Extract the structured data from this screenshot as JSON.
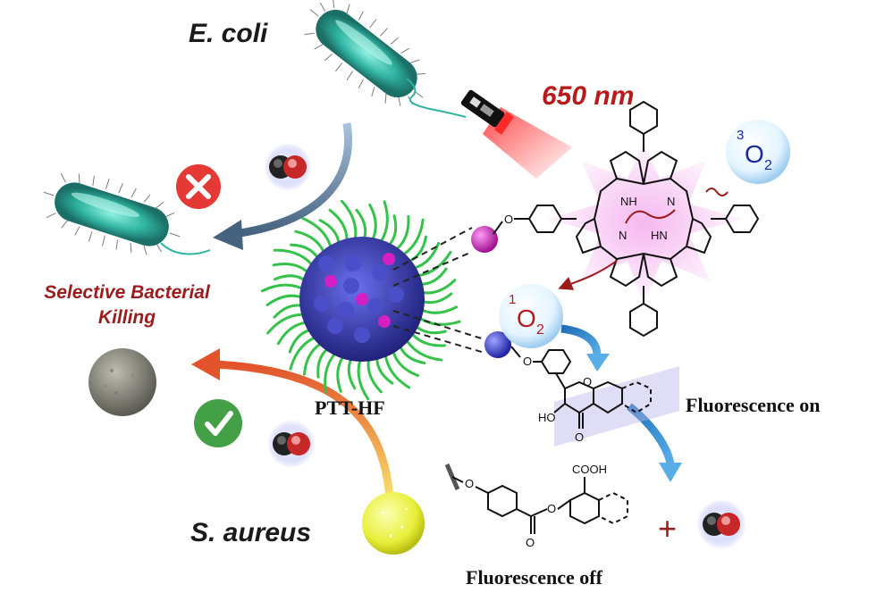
{
  "labels": {
    "ecoli": "E. coli",
    "saureus": "S. aureus",
    "wavelength": "650 nm",
    "selective_line1": "Selective Bacterial",
    "selective_line2": "Killing",
    "nanoparticle": "PTT-HF",
    "fluor_on": "Fluorescence on",
    "fluor_off": "Fluorescence off",
    "plus": "+"
  },
  "species": {
    "triplet_oxygen": {
      "sup": "3",
      "main": "O",
      "sub": "2"
    },
    "singlet_oxygen": {
      "sup": "1",
      "main": "O",
      "sub": "2"
    },
    "co_label": "CO"
  },
  "atoms": {
    "nh": "NH",
    "hn": "HN",
    "n1": "N",
    "n2": "N",
    "o": "O",
    "ho": "HO",
    "cooh": "COOH"
  },
  "colors": {
    "dark_red": "#9b1c1c",
    "arrow_blue": "#3e8fd1",
    "arrow_dark": "#4d6a86",
    "arrow_orange": "#e2532c",
    "cross_red": "#e53935",
    "check_green": "#43a047",
    "polymer_green": "#35c24a",
    "core_blue": "#3b3fb5",
    "glow_pink": "#f2b4ee"
  }
}
